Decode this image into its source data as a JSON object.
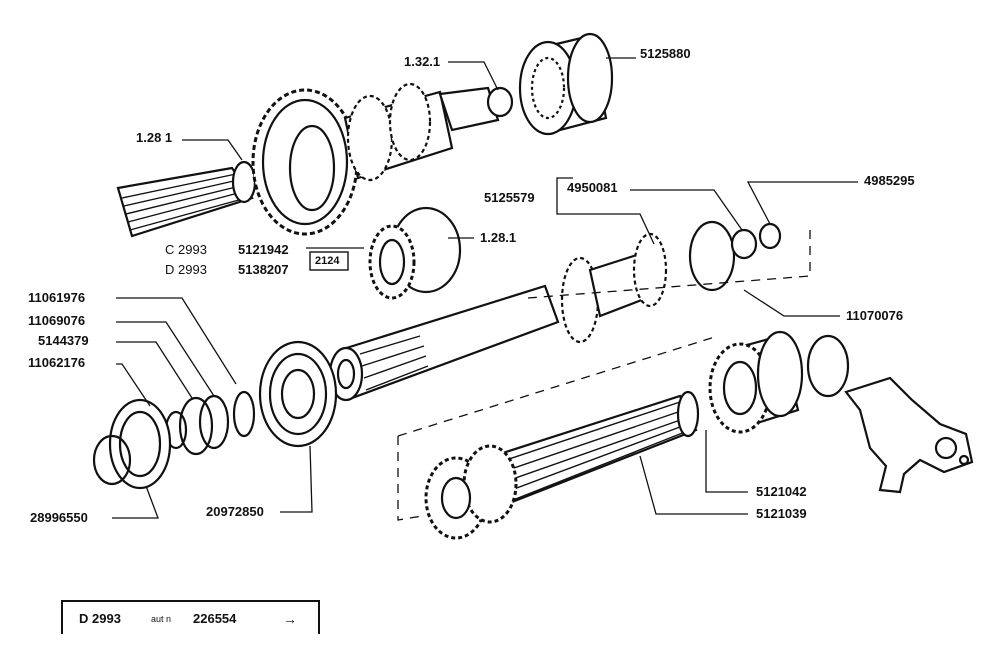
{
  "labels": {
    "p_1_32_1": "1.32.1",
    "p_5125880": "5125880",
    "p_1_28_1_top": "1.28 1",
    "p_5125579": "5125579",
    "p_4950081": "4950081",
    "p_4985295": "4985295",
    "p_c_2993": "C 2993",
    "p_5121942": "5121942",
    "p_d_2993": "D 2993",
    "p_5138207": "5138207",
    "p_2124": "2124",
    "p_1_28_1_mid": "1.28.1",
    "p_11061976": "11061976",
    "p_11069076": "11069076",
    "p_5144379": "5144379",
    "p_11062176": "11062176",
    "p_11070076": "11070076",
    "p_28996550": "28996550",
    "p_20972850": "20972850",
    "p_5121042": "5121042",
    "p_5121039": "5121039"
  },
  "reference": {
    "model": "D 2993",
    "prefix": "aut n",
    "number": "226554",
    "arrow": "→"
  }
}
